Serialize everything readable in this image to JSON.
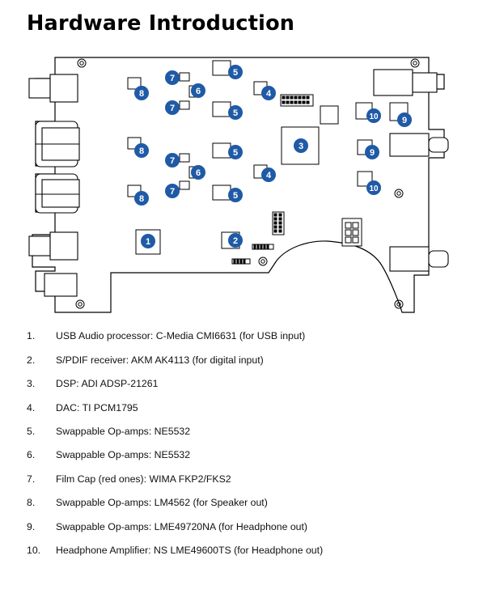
{
  "page": {
    "title": "Hardware Introduction"
  },
  "board": {
    "badge_color": "#1f5aa6",
    "badge_text_color": "#ffffff",
    "outline_color": "#000000",
    "callouts": [
      "8",
      "7",
      "6",
      "7",
      "5",
      "5",
      "4",
      "3",
      "10",
      "9",
      "8",
      "7",
      "6",
      "7",
      "5",
      "5",
      "4",
      "9",
      "10",
      "8",
      "1",
      "2"
    ]
  },
  "items": [
    {
      "number": "1.",
      "text": "USB Audio processor: C-Media CMI6631 (for USB input)"
    },
    {
      "number": "2.",
      "text": "S/PDIF receiver: AKM AK4113 (for digital input)"
    },
    {
      "number": "3.",
      "text": "DSP: ADI ADSP-21261"
    },
    {
      "number": "4.",
      "text": "DAC: TI PCM1795"
    },
    {
      "number": "5.",
      "text": "Swappable Op-amps: NE5532"
    },
    {
      "number": "6.",
      "text": "Swappable Op-amps: NE5532"
    },
    {
      "number": "7.",
      "text": "Film Cap (red ones): WIMA FKP2/FKS2"
    },
    {
      "number": "8.",
      "text": "Swappable Op-amps: LM4562 (for Speaker out)"
    },
    {
      "number": "9.",
      "text": "Swappable Op-amps: LME49720NA (for Headphone out)"
    },
    {
      "number": "10.",
      "text": "Headphone Amplifier: NS LME49600TS (for Headphone out)"
    }
  ]
}
